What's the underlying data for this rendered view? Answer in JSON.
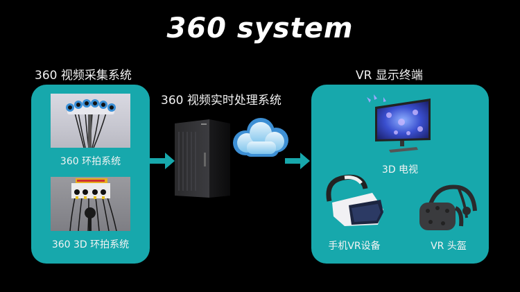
{
  "title": "360 system",
  "colors": {
    "background": "#000000",
    "panel": "#17a8ac",
    "arrow": "#17a8ac",
    "text": "#ffffff"
  },
  "capture": {
    "heading": "360 视频采集系统",
    "items": [
      {
        "label": "360 环拍系统",
        "image": "360-camera-rig-photo"
      },
      {
        "label": "360 3D 环拍系统",
        "image": "360-3d-camera-rig-photo"
      }
    ]
  },
  "processing": {
    "heading": "360 视频实时处理系统",
    "items": [
      {
        "image": "server-tower-icon"
      },
      {
        "image": "cloud-icon"
      }
    ]
  },
  "display": {
    "heading": "VR 显示终端",
    "items": [
      {
        "label": "3D 电视",
        "image": "3d-tv-icon"
      },
      {
        "label": "手机VR设备",
        "image": "mobile-vr-headset-icon"
      },
      {
        "label": "VR 头盔",
        "image": "vr-helmet-icon"
      }
    ]
  }
}
